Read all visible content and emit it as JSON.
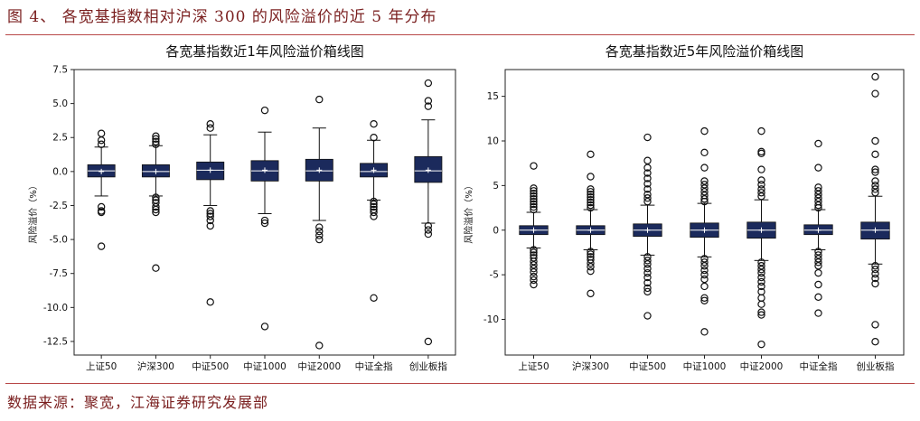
{
  "figure_title": "图 4、 各宽基指数相对沪深 300 的风险溢价的近 5 年分布",
  "source": "数据来源：聚宽，江海证券研究发展部",
  "colors": {
    "box_fill": "#1b2a5c",
    "median": "#ffffff",
    "rule": "#b84848",
    "title_text": "#7a1f1f"
  },
  "chart_data": [
    {
      "type": "box",
      "title": "各宽基指数近1年风险溢价箱线图",
      "ylabel": "风险溢价（%）",
      "ylim": [
        -13.5,
        7.5
      ],
      "yticks": [
        7.5,
        5.0,
        2.5,
        0.0,
        -2.5,
        -5.0,
        -7.5,
        -10.0,
        -12.5
      ],
      "ytick_labels": [
        "7.5",
        "5.0",
        "2.5",
        "0.0",
        "-2.5",
        "-5.0",
        "-7.5",
        "-10.0",
        "-12.5"
      ],
      "categories": [
        "上证50",
        "沪深300",
        "中证500",
        "中证1000",
        "中证2000",
        "中证全指",
        "创业板指"
      ],
      "boxes": [
        {
          "q1": -0.4,
          "median": 0.05,
          "q3": 0.5,
          "whisker_low": -1.8,
          "whisker_high": 1.8,
          "mean": 0.0,
          "outliers": [
            2.8,
            2.3,
            2.0,
            -2.6,
            -2.9,
            -3.0,
            -5.5
          ]
        },
        {
          "q1": -0.4,
          "median": 0.0,
          "q3": 0.5,
          "whisker_low": -1.8,
          "whisker_high": 1.9,
          "mean": 0.0,
          "outliers": [
            2.6,
            2.4,
            2.2,
            2.0,
            -1.9,
            -2.1,
            -2.3,
            -2.6,
            -2.8,
            -3.0,
            -7.1
          ]
        },
        {
          "q1": -0.6,
          "median": 0.1,
          "q3": 0.7,
          "whisker_low": -2.5,
          "whisker_high": 2.7,
          "mean": 0.1,
          "outliers": [
            3.5,
            3.2,
            -2.9,
            -3.1,
            -3.3,
            -3.6,
            -4.0,
            -9.6
          ]
        },
        {
          "q1": -0.7,
          "median": 0.05,
          "q3": 0.8,
          "whisker_low": -3.1,
          "whisker_high": 2.9,
          "mean": 0.1,
          "outliers": [
            4.5,
            -3.6,
            -3.8,
            -11.4
          ]
        },
        {
          "q1": -0.7,
          "median": 0.05,
          "q3": 0.9,
          "whisker_low": -3.6,
          "whisker_high": 3.2,
          "mean": 0.1,
          "outliers": [
            5.3,
            -4.1,
            -4.4,
            -4.7,
            -5.0,
            -12.8
          ]
        },
        {
          "q1": -0.4,
          "median": 0.0,
          "q3": 0.6,
          "whisker_low": -2.1,
          "whisker_high": 2.3,
          "mean": 0.1,
          "outliers": [
            3.5,
            2.5,
            -2.2,
            -2.4,
            -2.6,
            -2.8,
            -3.0,
            -3.3,
            -9.3
          ]
        },
        {
          "q1": -0.8,
          "median": 0.05,
          "q3": 1.1,
          "whisker_low": -3.8,
          "whisker_high": 3.8,
          "mean": 0.1,
          "outliers": [
            6.5,
            5.2,
            4.8,
            -4.0,
            -4.3,
            -4.6,
            -12.5
          ]
        }
      ]
    },
    {
      "type": "box",
      "title": "各宽基指数近5年风险溢价箱线图",
      "ylabel": "风险溢价（%）",
      "ylim": [
        -14,
        18
      ],
      "yticks": [
        15,
        10,
        5,
        0,
        -5,
        -10
      ],
      "ytick_labels": [
        "15",
        "10",
        "5",
        "0",
        "-5",
        "-10"
      ],
      "categories": [
        "上证50",
        "沪深300",
        "中证500",
        "中证1000",
        "中证2000",
        "中证全指",
        "创业板指"
      ],
      "boxes": [
        {
          "q1": -0.5,
          "median": 0.0,
          "q3": 0.5,
          "whisker_low": -2.0,
          "whisker_high": 2.0,
          "mean": 0.0,
          "outliers": [
            7.2,
            4.7,
            4.4,
            4.1,
            3.8,
            3.5,
            3.2,
            2.9,
            2.6,
            2.3,
            -2.2,
            -2.5,
            -2.8,
            -3.1,
            -3.5,
            -3.9,
            -4.3,
            -4.7,
            -5.2,
            -5.6,
            -6.1
          ]
        },
        {
          "q1": -0.5,
          "median": 0.0,
          "q3": 0.5,
          "whisker_low": -2.2,
          "whisker_high": 2.3,
          "mean": 0.0,
          "outliers": [
            8.5,
            6.0,
            4.6,
            4.3,
            4.0,
            3.7,
            3.4,
            3.1,
            2.8,
            2.5,
            -2.4,
            -2.7,
            -3.0,
            -3.3,
            -3.7,
            -4.1,
            -4.6,
            -7.1
          ]
        },
        {
          "q1": -0.7,
          "median": 0.0,
          "q3": 0.7,
          "whisker_low": -2.8,
          "whisker_high": 2.8,
          "mean": 0.0,
          "outliers": [
            10.4,
            7.8,
            7.0,
            6.4,
            5.8,
            5.2,
            4.6,
            4.0,
            3.6,
            3.2,
            -3.0,
            -3.4,
            -3.8,
            -4.3,
            -4.8,
            -5.3,
            -5.9,
            -6.5,
            -6.9,
            -9.6
          ]
        },
        {
          "q1": -0.8,
          "median": 0.0,
          "q3": 0.8,
          "whisker_low": -3.0,
          "whisker_high": 3.0,
          "mean": 0.0,
          "outliers": [
            11.1,
            8.7,
            7.0,
            5.5,
            5.1,
            4.7,
            4.3,
            3.9,
            3.5,
            3.2,
            -3.2,
            -3.6,
            -4.0,
            -4.5,
            -5.0,
            -5.5,
            -6.3,
            -7.6,
            -7.9,
            -11.4
          ]
        },
        {
          "q1": -0.9,
          "median": 0.0,
          "q3": 0.9,
          "whisker_low": -3.4,
          "whisker_high": 3.4,
          "mean": 0.0,
          "outliers": [
            11.1,
            8.8,
            8.6,
            6.8,
            5.6,
            5.1,
            4.6,
            4.2,
            3.8,
            -3.6,
            -4.0,
            -4.4,
            -4.8,
            -5.3,
            -5.8,
            -6.3,
            -6.9,
            -7.6,
            -8.3,
            -9.2,
            -9.5,
            -12.8
          ]
        },
        {
          "q1": -0.5,
          "median": 0.0,
          "q3": 0.6,
          "whisker_low": -2.2,
          "whisker_high": 2.3,
          "mean": 0.0,
          "outliers": [
            9.7,
            7.0,
            4.8,
            4.4,
            4.0,
            3.6,
            3.2,
            2.8,
            2.5,
            -2.4,
            -2.8,
            -3.2,
            -3.6,
            -4.0,
            -4.8,
            -6.1,
            -7.5,
            -9.3
          ]
        },
        {
          "q1": -1.0,
          "median": 0.0,
          "q3": 0.9,
          "whisker_low": -3.8,
          "whisker_high": 3.8,
          "mean": 0.0,
          "outliers": [
            17.2,
            15.3,
            10.0,
            8.5,
            6.8,
            6.5,
            5.5,
            5.0,
            4.6,
            4.2,
            -4.0,
            -4.4,
            -4.9,
            -5.4,
            -6.0,
            -10.6,
            -12.5
          ]
        }
      ]
    }
  ]
}
